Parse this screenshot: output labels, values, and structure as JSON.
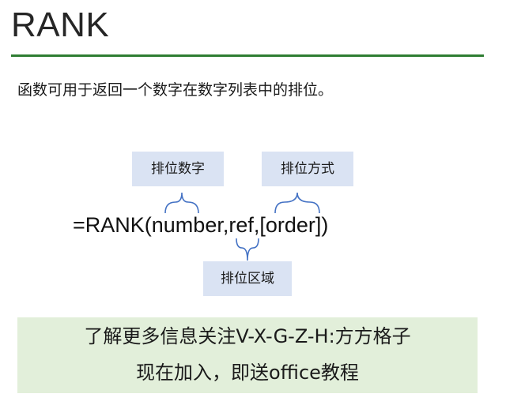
{
  "header": {
    "title": "RANK"
  },
  "description": "函数可用于返回一个数字在数字列表中的排位。",
  "diagram": {
    "formula": "=RANK(number,ref,[order])",
    "labels": {
      "number": "排位数字",
      "order": "排位方式",
      "ref": "排位区域"
    }
  },
  "banner": {
    "line1": "了解更多信息关注V-X-G-Z-H:方方格子",
    "line2": "现在加入，即送office教程"
  },
  "colors": {
    "rule": "#2e7d32",
    "label_fill": "#dae3f3",
    "banner_fill": "#e2efda",
    "bracket": "#4472c4"
  }
}
